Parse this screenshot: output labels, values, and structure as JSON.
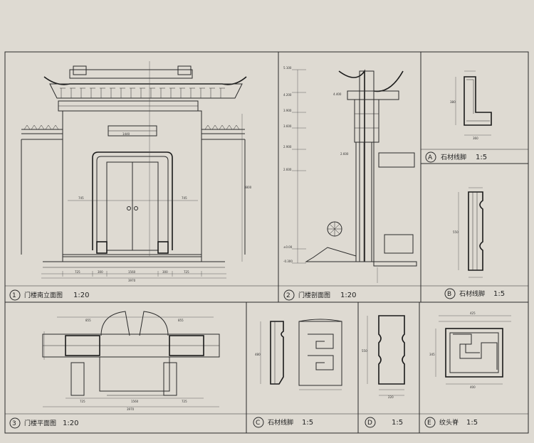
{
  "panels": [
    {
      "number": "1",
      "name": "门楼南立面图",
      "scale": "1:20"
    },
    {
      "number": "2",
      "name": "门楼剖面图",
      "scale": "1:20"
    },
    {
      "number": "A",
      "name": "石材线脚",
      "scale": "1:5"
    },
    {
      "number": "B",
      "name": "石材线脚",
      "scale": "1:5"
    },
    {
      "number": "3",
      "name": "门楼平面图",
      "scale": "1:20"
    },
    {
      "number": "C",
      "name": "石材线脚",
      "scale": "1:5"
    },
    {
      "number": "D",
      "name": "",
      "scale": "1:5"
    },
    {
      "number": "E",
      "name": "纹头脊",
      "scale": "1:5"
    }
  ],
  "colors": {
    "background": "#dedad2",
    "linework": "#2a2a2a"
  }
}
